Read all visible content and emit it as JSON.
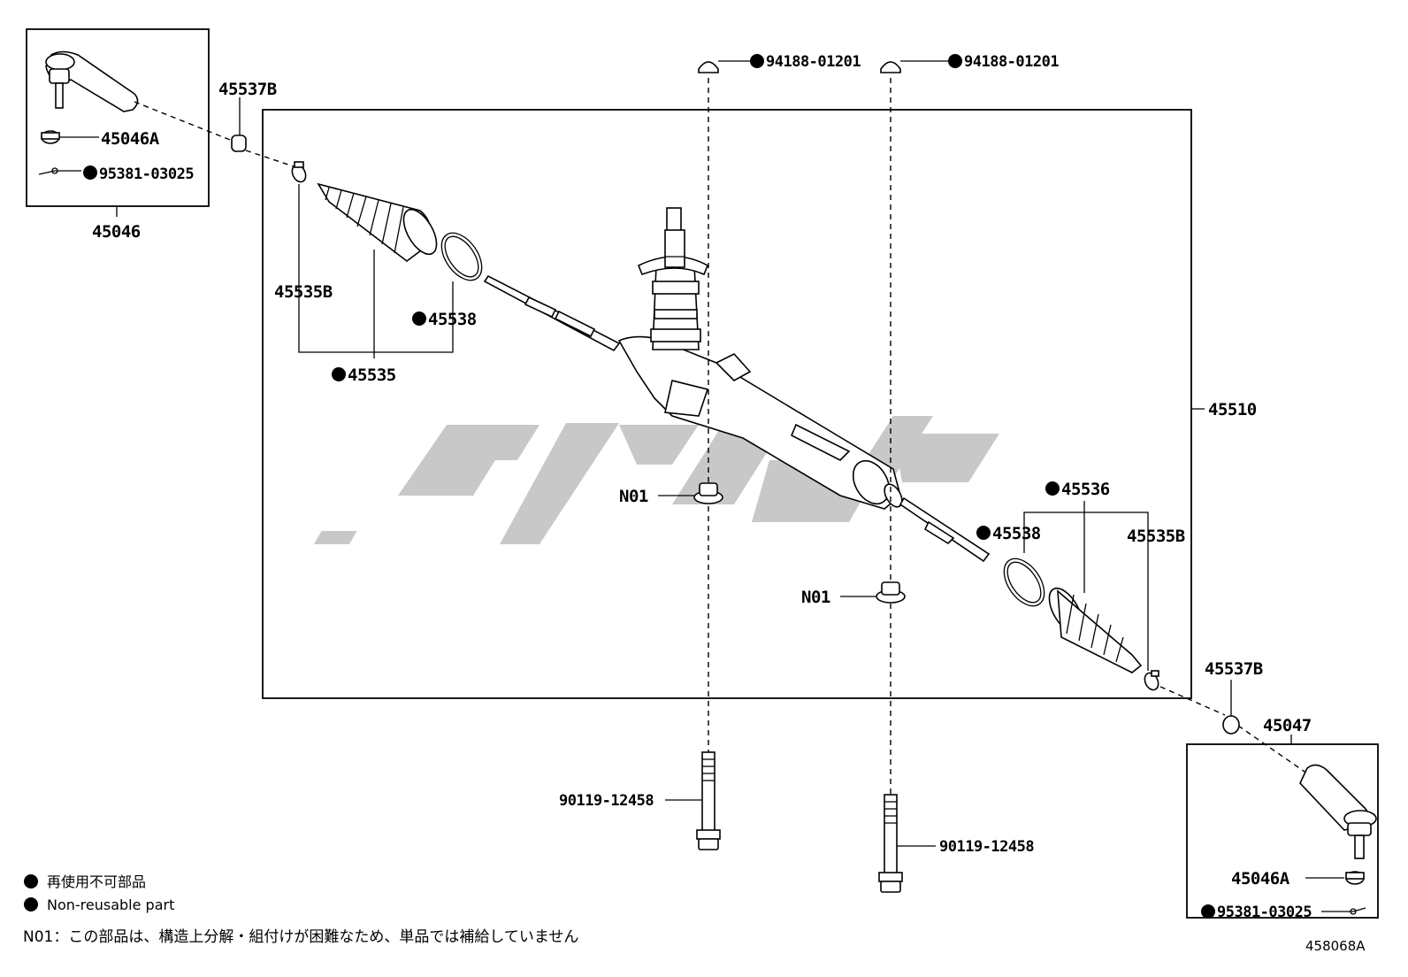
{
  "legend": {
    "jp": "再使用不可部品",
    "en": "Non-reusable part"
  },
  "note": "N01：この部品は、構造上分解・組付けが困難なため、単品では補給していません",
  "diagram_code": "458068A",
  "labels": {
    "assembly": "45510",
    "tie_rod_end_lh": "45046",
    "tie_rod_end_rh": "45047",
    "nut_lh": "45046A",
    "nut_rh": "45046A",
    "cotter_lh": "95381-03025",
    "cotter_rh": "95381-03025",
    "cap_lh": "45537B",
    "cap_rh": "45537B",
    "clamp_lh": "45535B",
    "clamp_rh": "45535B",
    "boot_set_lh": "45535",
    "boot_set_rh": "45536",
    "ring_lh": "45538",
    "ring_rh": "45538",
    "grommet_top_left": "94188-01201",
    "grommet_top_right": "94188-01201",
    "bolt_left": "90119-12458",
    "bolt_right": "90119-12458",
    "n01_left": "N01",
    "n01_right": "N01"
  },
  "watermark_color": "#c8c8c8"
}
